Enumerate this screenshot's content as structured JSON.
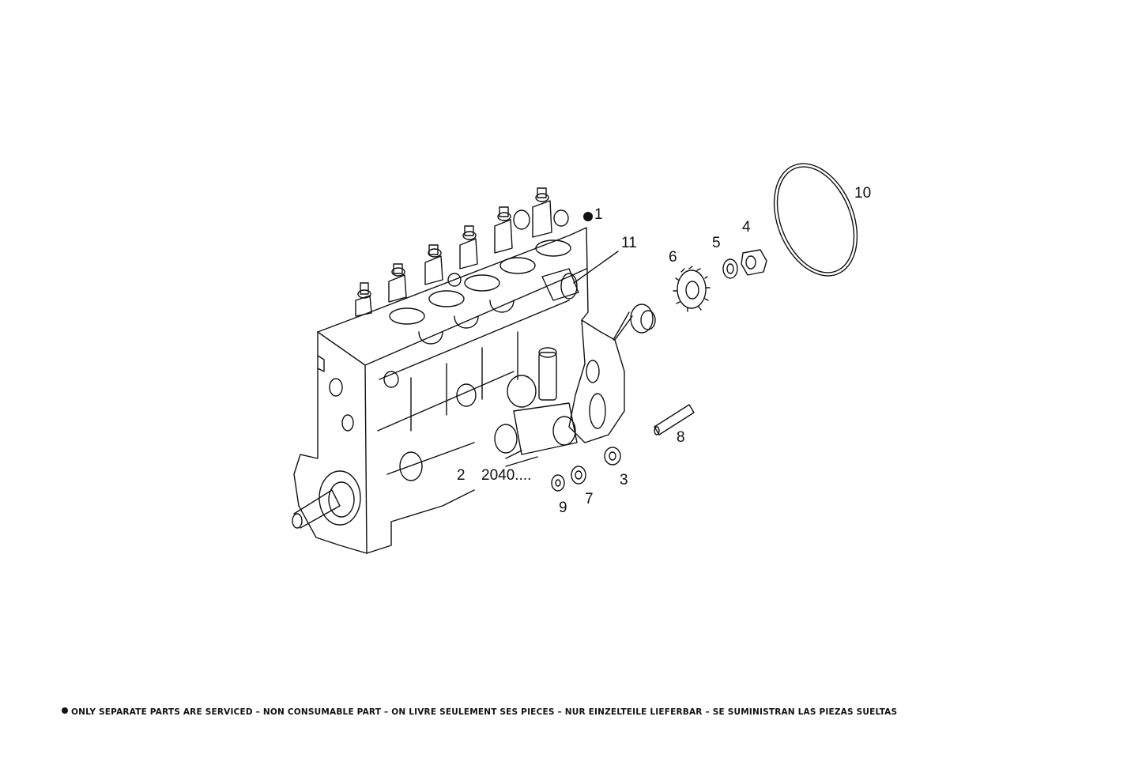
{
  "callouts": {
    "c1": "1",
    "c2": "2",
    "c2040": "2040....",
    "c3": "3",
    "c4": "4",
    "c5": "5",
    "c6": "6",
    "c7": "7",
    "c8": "8",
    "c9": "9",
    "c10": "10",
    "c11": "11"
  },
  "footer": {
    "note": "ONLY SEPARATE PARTS ARE SERVICED – NON CONSUMABLE PART – ON LIVRE SEULEMENT SES PIECES – NUR EINZELTEILE LIEFERBAR – SE SUMINISTRAN LAS PIEZAS SUELTAS"
  },
  "colors": {
    "line": "#111111",
    "background": "#ffffff"
  }
}
